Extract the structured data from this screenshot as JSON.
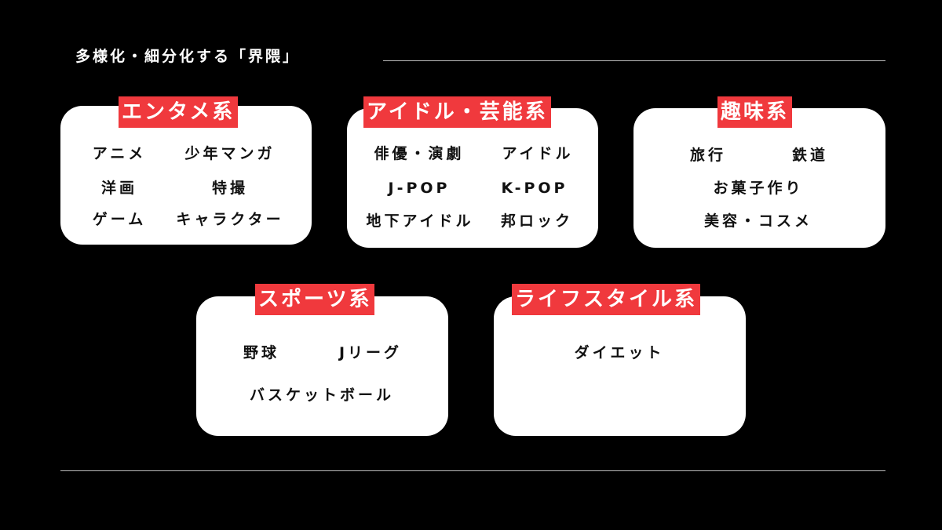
{
  "title": "多様化・細分化する「界隈」",
  "colors": {
    "background": "#000000",
    "card": "#ffffff",
    "label": "#f0393d",
    "line": "#bdbdbd"
  },
  "cards": [
    {
      "label": "エンタメ系",
      "items": [
        "アニメ",
        "少年マンガ",
        "洋画",
        "特撮",
        "ゲーム",
        "キャラクター"
      ]
    },
    {
      "label": "アイドル・芸能系",
      "items": [
        "俳優・演劇",
        "アイドル",
        "J-POP",
        "K-POP",
        "地下アイドル",
        "邦ロック"
      ]
    },
    {
      "label": "趣味系",
      "items": [
        "旅行",
        "鉄道",
        "お菓子作り",
        "美容・コスメ"
      ]
    },
    {
      "label": "スポーツ系",
      "items": [
        "野球",
        "Jリーグ",
        "バスケットボール"
      ]
    },
    {
      "label": "ライフスタイル系",
      "items": [
        "ダイエット"
      ]
    }
  ]
}
